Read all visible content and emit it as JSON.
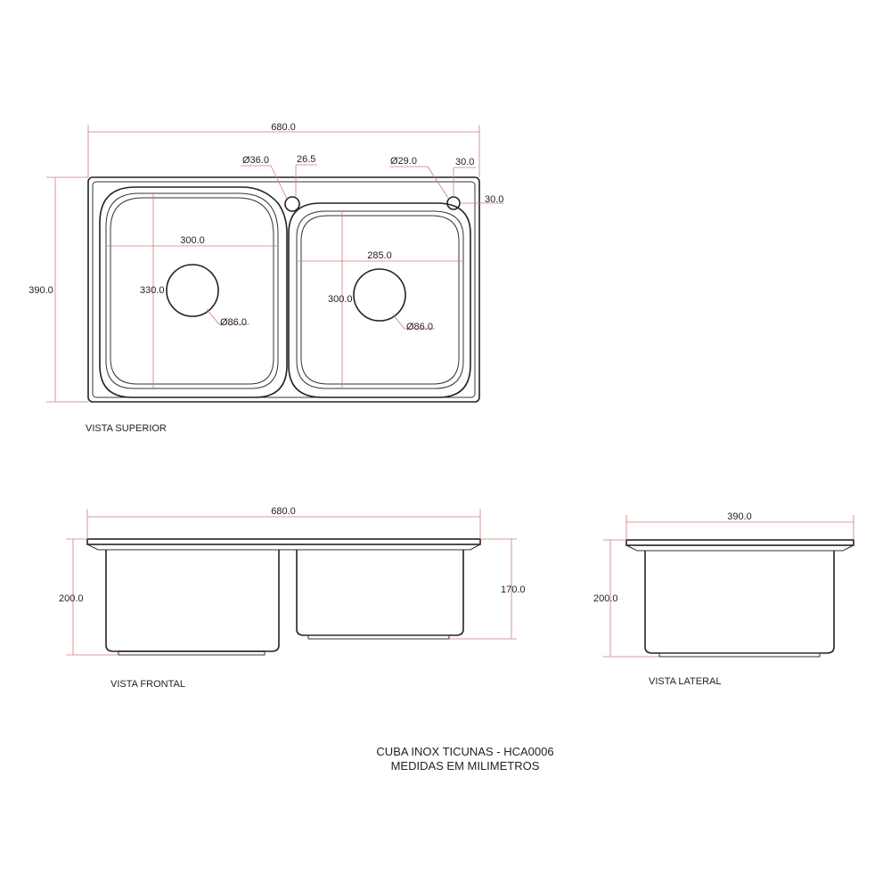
{
  "top_view": {
    "overall_width": "680.0",
    "overall_depth": "390.0",
    "hole1_diameter": "Ø36.0",
    "hole1_offset": "26.5",
    "hole2_diameter": "Ø29.0",
    "hole2_offset_x": "30.0",
    "hole2_offset_y": "30.0",
    "bowl1_width": "300.0",
    "bowl1_depth": "330.0",
    "bowl1_drain": "Ø86.0",
    "bowl2_width": "285.0",
    "bowl2_depth": "300.0",
    "bowl2_drain": "Ø86.0",
    "label": "VISTA SUPERIOR"
  },
  "front_view": {
    "overall_width": "680.0",
    "height_left": "200.0",
    "height_right": "170.0",
    "label": "VISTA FRONTAL"
  },
  "side_view": {
    "overall_depth": "390.0",
    "height": "200.0",
    "label": "VISTA LATERAL"
  },
  "footer": {
    "line1": "CUBA INOX TICUNAS - HCA0006",
    "line2": "MEDIDAS EM MILIMETROS"
  },
  "colors": {
    "outline": "#222222",
    "dimension": "#d07a7a"
  }
}
